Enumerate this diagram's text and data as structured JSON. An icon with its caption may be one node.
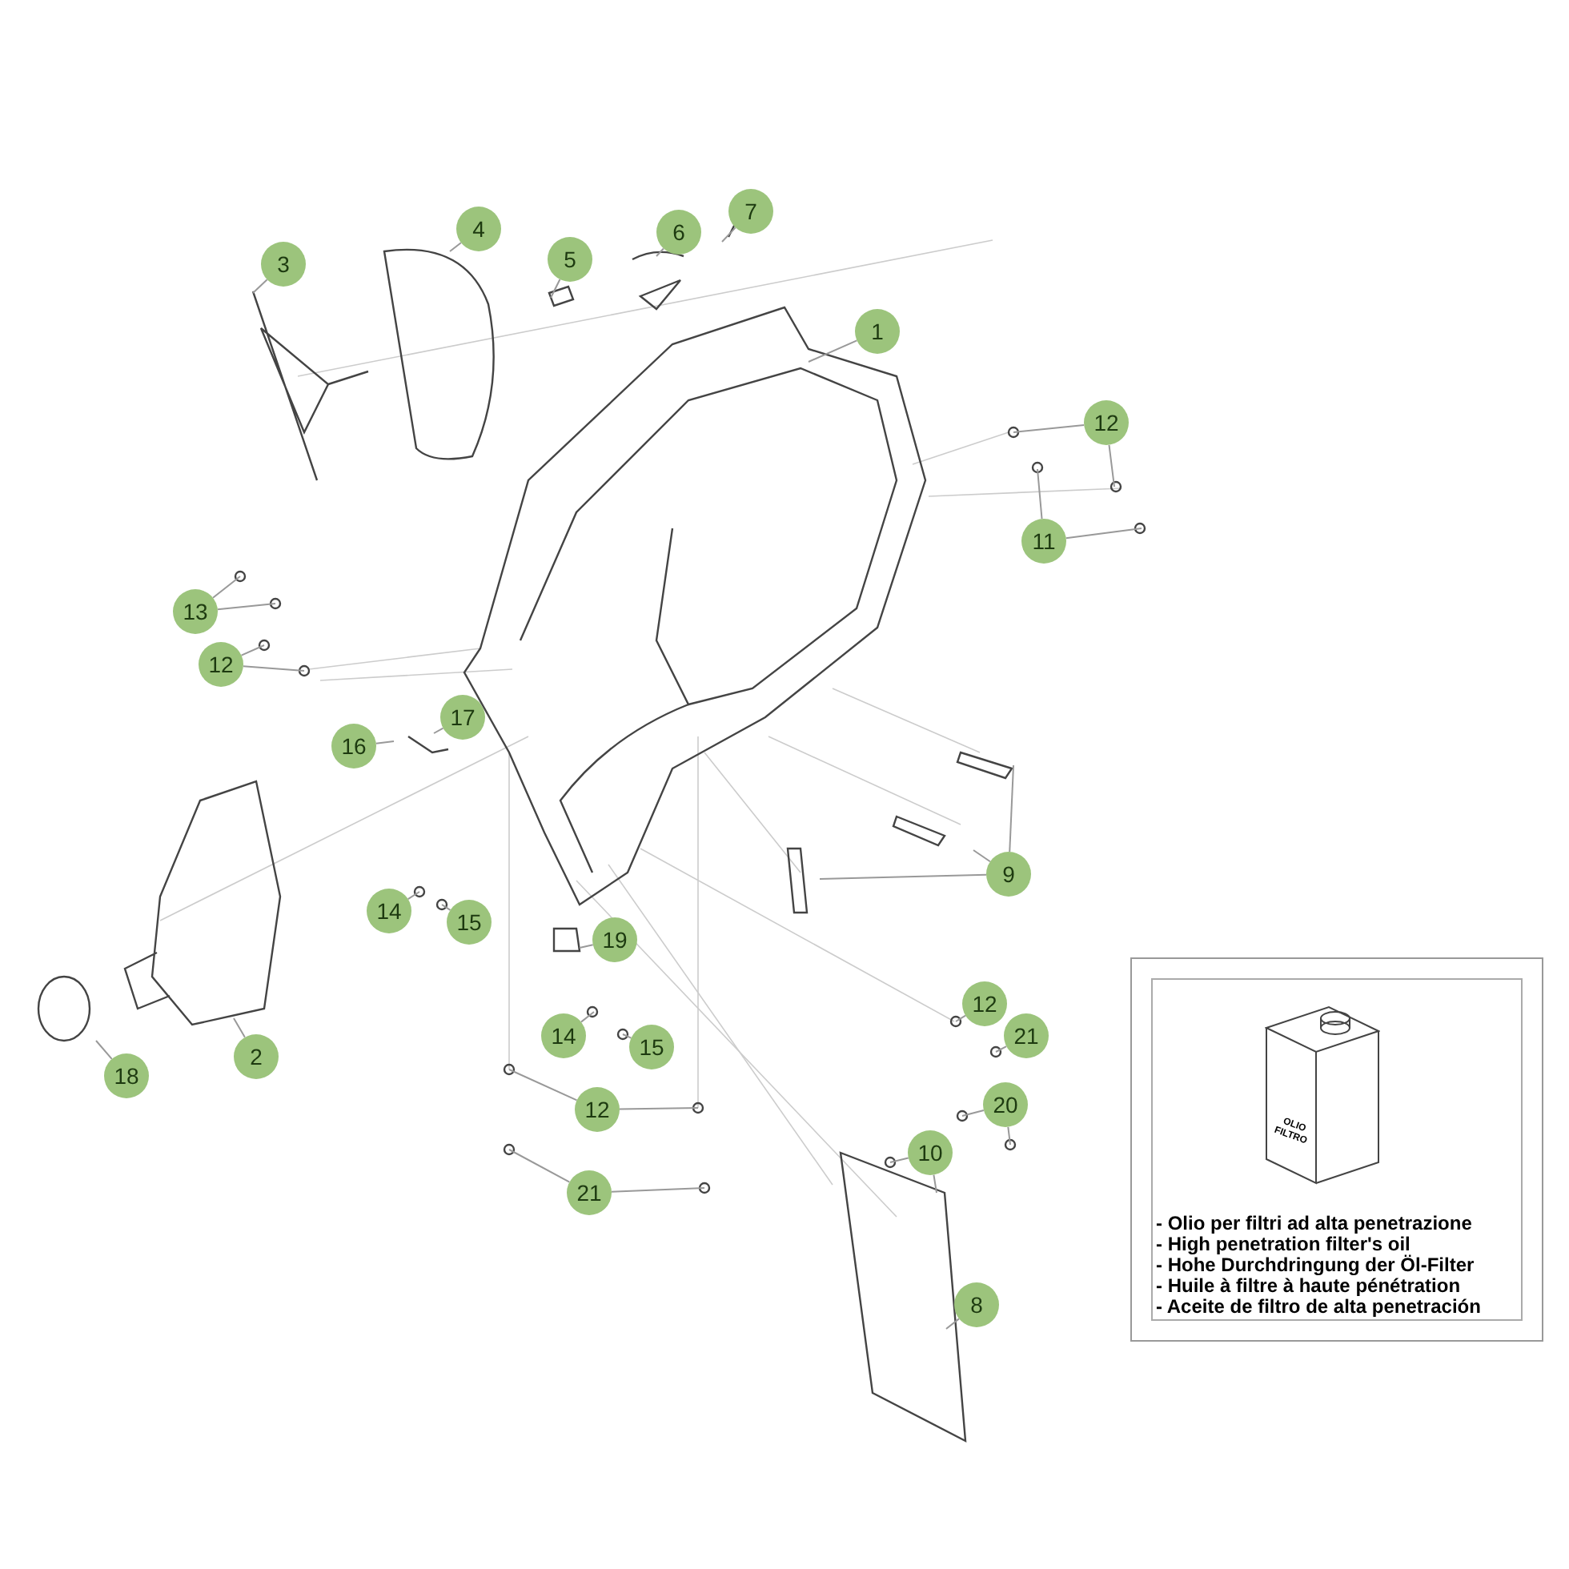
{
  "diagram": {
    "nodes": [
      {
        "text": [
          "1"
        ]
      },
      {
        "text": [
          "3"
        ]
      },
      {
        "text": [
          "4"
        ]
      },
      {
        "text": [
          "5"
        ]
      },
      {
        "text": [
          "6"
        ]
      },
      {
        "text": [
          "7"
        ]
      },
      {
        "text": [
          "12"
        ]
      },
      {
        "text": [
          "11"
        ]
      },
      {
        "text": [
          "13"
        ]
      },
      {
        "text": [
          "12"
        ]
      },
      {
        "text": [
          "16"
        ]
      },
      {
        "text": [
          "17"
        ]
      },
      {
        "text": [
          "9"
        ]
      },
      {
        "text": [
          "14"
        ]
      },
      {
        "text": [
          "15"
        ]
      },
      {
        "text": [
          "19"
        ]
      },
      {
        "text": [
          "2"
        ]
      },
      {
        "text": [
          "18"
        ]
      },
      {
        "text": [
          "12"
        ]
      },
      {
        "text": [
          "21"
        ]
      },
      {
        "text": [
          "14"
        ]
      },
      {
        "text": [
          "15"
        ]
      },
      {
        "text": [
          "12"
        ]
      },
      {
        "text": [
          "21"
        ]
      },
      {
        "text": [
          "20"
        ]
      },
      {
        "text": [
          "10"
        ]
      },
      {
        "text": [
          "8"
        ]
      },
      {
        "text": [
          "OLIO FILTRO",
          "- Olio per filtri ad alta penetrazione",
          "- High penetration filter's oil",
          "- Hohe Durchdringung der Öl-Filter",
          "- Huile à filtre à haute pénétration",
          "- Aceite de filtro de alta penetración"
        ]
      }
    ],
    "edges": [
      {
        "from": 0,
        "to": null,
        "arrow": "none"
      },
      {
        "from": 1,
        "to": null,
        "arrow": "none"
      },
      {
        "from": 2,
        "to": null,
        "arrow": "none"
      },
      {
        "from": 3,
        "to": null,
        "arrow": "none"
      },
      {
        "from": 4,
        "to": null,
        "arrow": "none"
      },
      {
        "from": 5,
        "to": null,
        "arrow": "none"
      },
      {
        "from": 6,
        "to": null,
        "arrow": "none"
      },
      {
        "from": 6,
        "to": null,
        "arrow": "none"
      },
      {
        "from": 7,
        "to": null,
        "arrow": "none"
      },
      {
        "from": 7,
        "to": null,
        "arrow": "none"
      },
      {
        "from": 8,
        "to": null,
        "arrow": "none"
      },
      {
        "from": 8,
        "to": null,
        "arrow": "none"
      },
      {
        "from": 9,
        "to": null,
        "arrow": "none"
      },
      {
        "from": 9,
        "to": null,
        "arrow": "none"
      },
      {
        "from": 10,
        "to": null,
        "arrow": "none"
      },
      {
        "from": 11,
        "to": null,
        "arrow": "none"
      },
      {
        "from": 12,
        "to": null,
        "arrow": "none"
      },
      {
        "from": 12,
        "to": null,
        "arrow": "none"
      },
      {
        "from": 12,
        "to": null,
        "arrow": "none"
      },
      {
        "from": 13,
        "to": null,
        "arrow": "none"
      },
      {
        "from": 14,
        "to": null,
        "arrow": "none"
      },
      {
        "from": 15,
        "to": null,
        "arrow": "none"
      },
      {
        "from": 16,
        "to": null,
        "arrow": "none"
      },
      {
        "from": 17,
        "to": null,
        "arrow": "none"
      },
      {
        "from": 18,
        "to": null,
        "arrow": "none"
      },
      {
        "from": 19,
        "to": null,
        "arrow": "none"
      },
      {
        "from": 20,
        "to": null,
        "arrow": "none"
      },
      {
        "from": 21,
        "to": null,
        "arrow": "none"
      },
      {
        "from": 22,
        "to": null,
        "arrow": "none"
      },
      {
        "from": 22,
        "to": null,
        "arrow": "none"
      },
      {
        "from": 23,
        "to": null,
        "arrow": "none"
      },
      {
        "from": 23,
        "to": null,
        "arrow": "none"
      },
      {
        "from": 24,
        "to": null,
        "arrow": "none"
      },
      {
        "from": 24,
        "to": null,
        "arrow": "none"
      },
      {
        "from": 25,
        "to": null,
        "arrow": "none"
      },
      {
        "from": 25,
        "to": null,
        "arrow": "none"
      },
      {
        "from": 26,
        "to": null,
        "arrow": "none"
      }
    ]
  }
}
